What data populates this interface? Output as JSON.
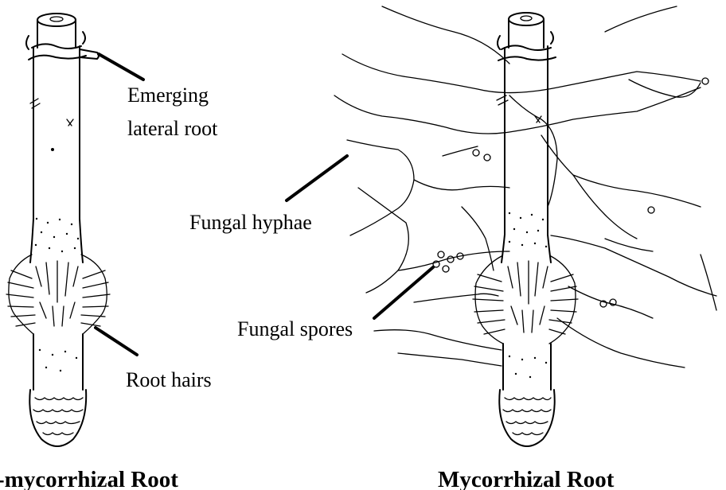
{
  "left_panel": {
    "title": "-mycorrhizal Root",
    "labels": {
      "emerging_line1": "Emerging",
      "emerging_line2": "lateral root",
      "root_hairs": "Root hairs"
    }
  },
  "right_panel": {
    "title": "Mycorrhizal Root",
    "labels": {
      "fungal_hyphae": "Fungal hyphae",
      "fungal_spores": "Fungal spores"
    }
  }
}
